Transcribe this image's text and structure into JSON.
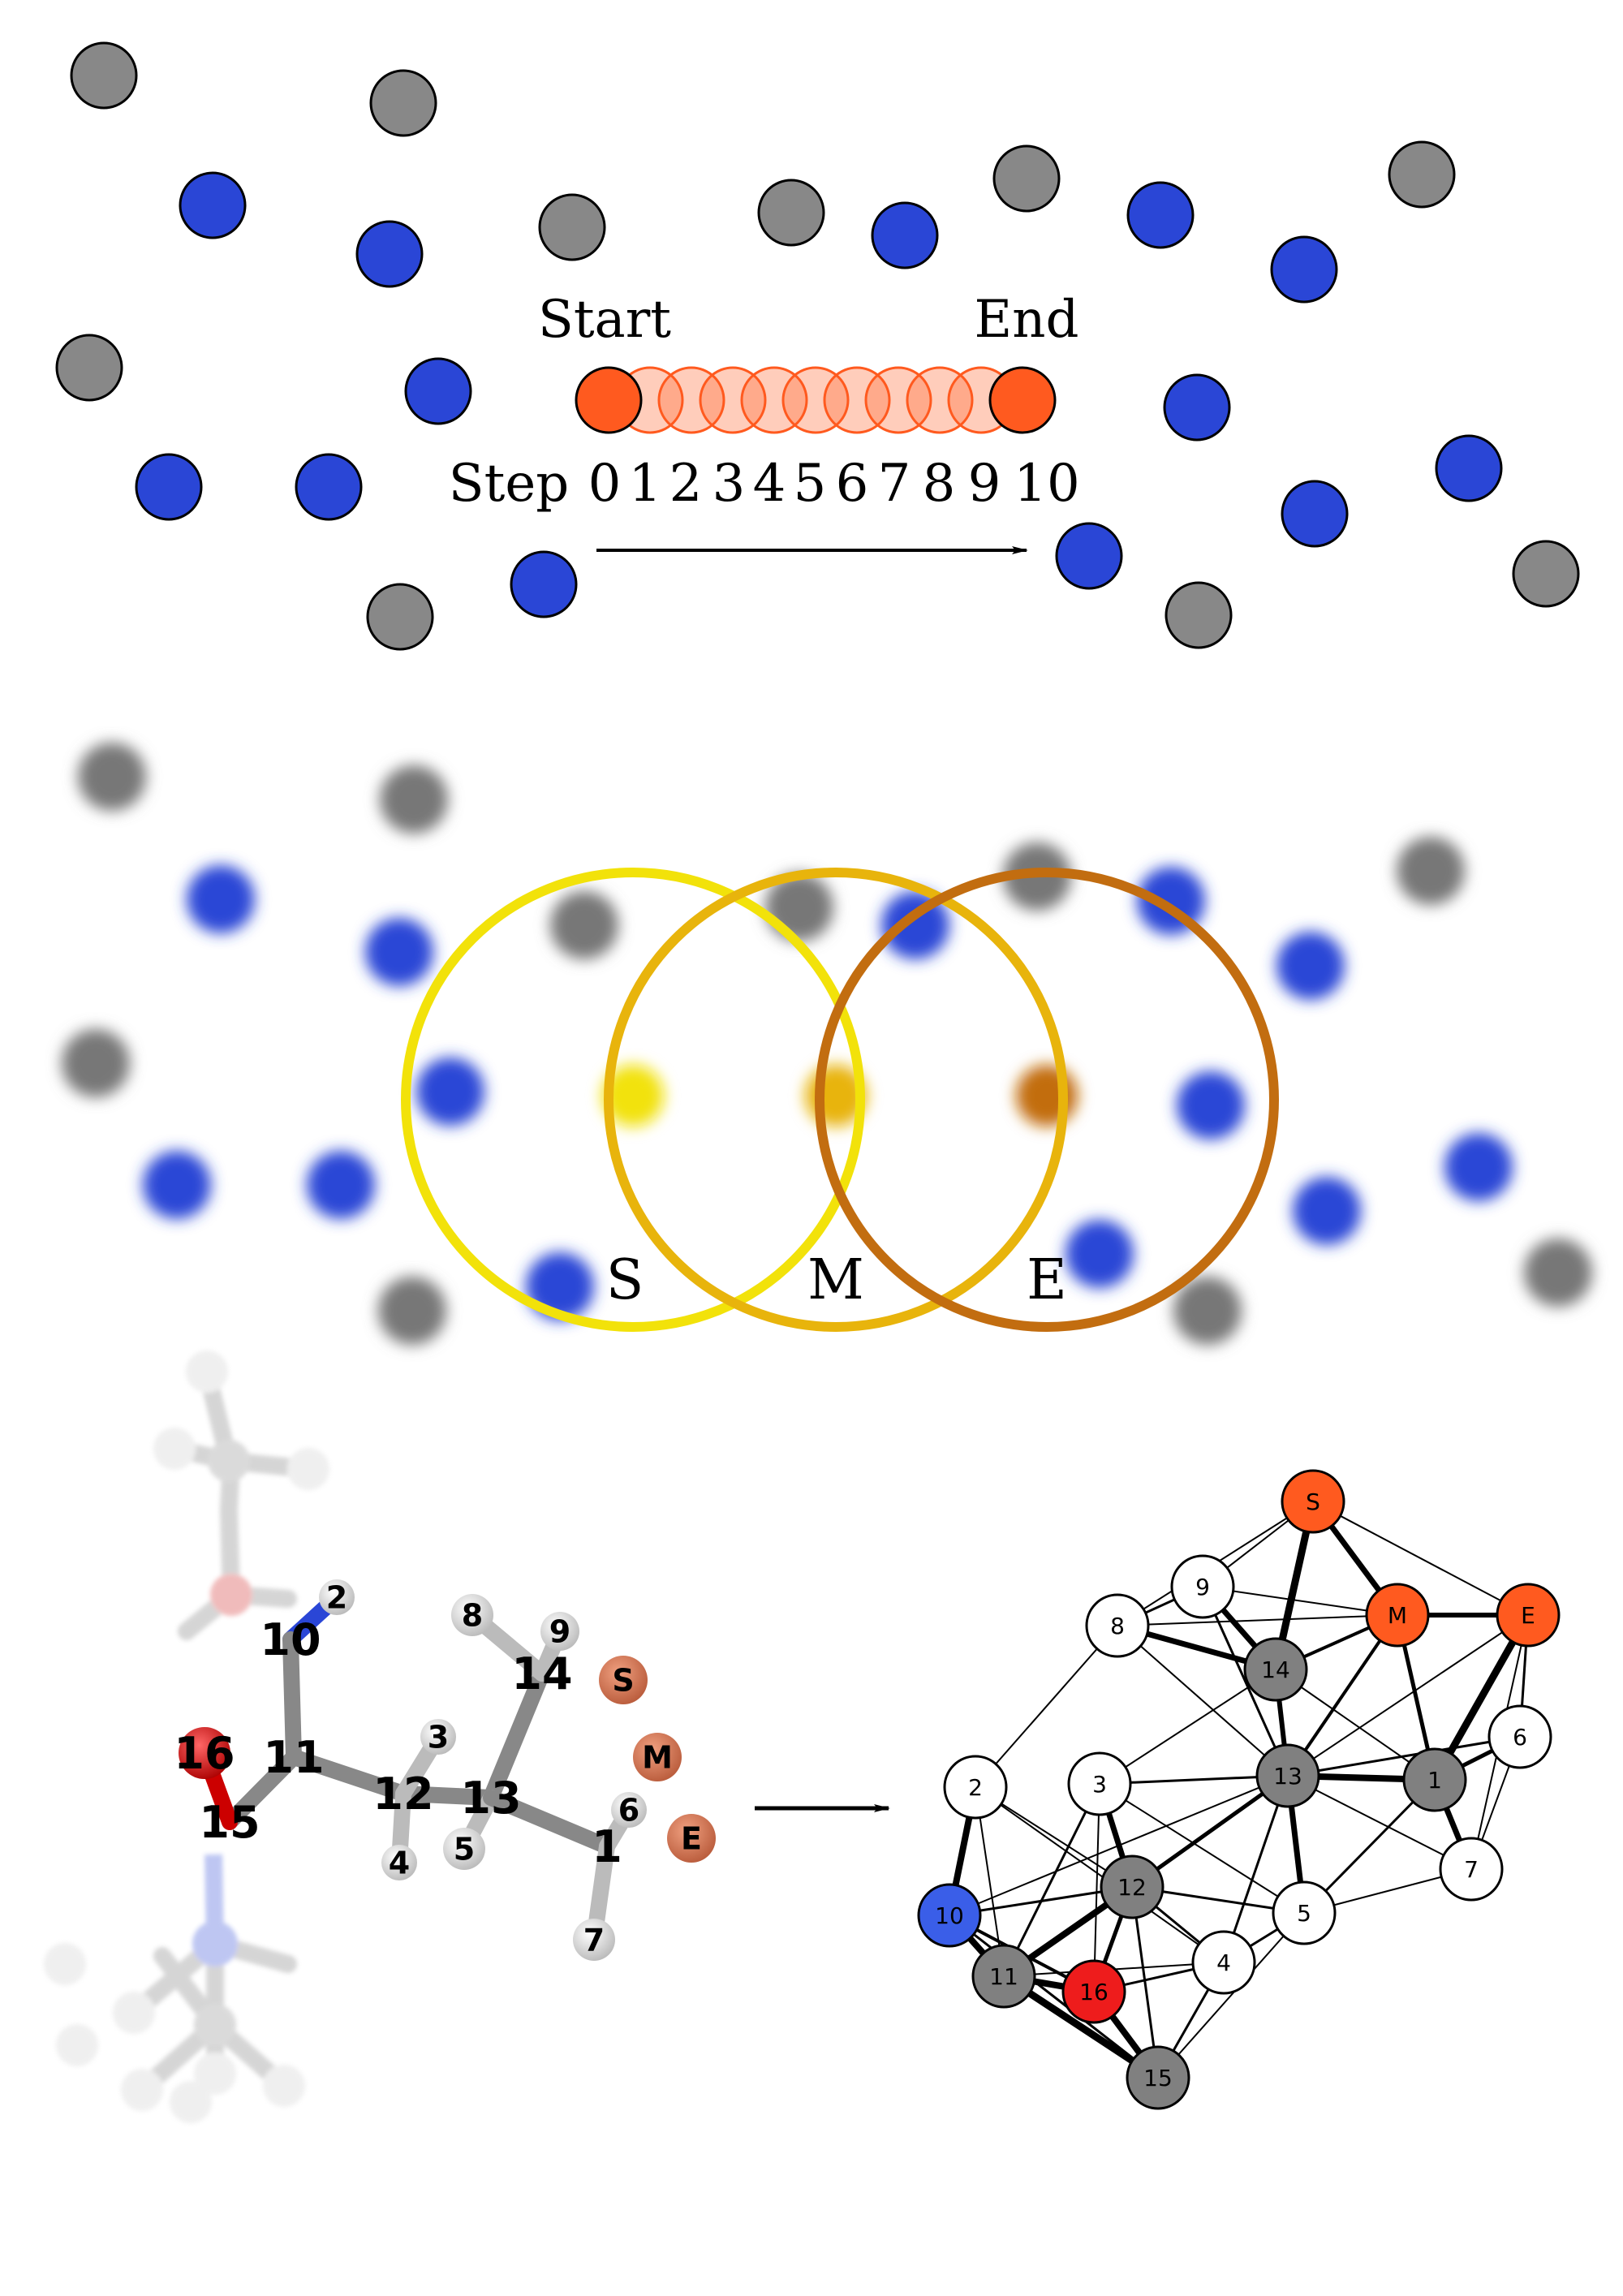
{
  "colors": {
    "grey_atom": "#888888",
    "blue_atom": "#2a46d6",
    "probe": "#ff5a1f",
    "start_ring": "#f2e20a",
    "mid_ring": "#e8b40c",
    "end_ring": "#c26d10",
    "red_atom": "#ee1c1c",
    "node_white": "#ffffff",
    "node_grey": "#808080",
    "node_blue": "#3a5ee8"
  },
  "panel_top": {
    "start_label": "Start",
    "end_label": "End",
    "step_label": "Step",
    "steps": [
      "0",
      "1",
      "2",
      "3",
      "4",
      "5",
      "6",
      "7",
      "8",
      "9",
      "10"
    ]
  },
  "panel_middle": {
    "rings": [
      {
        "label": "S",
        "color_key": "start_ring"
      },
      {
        "label": "M",
        "color_key": "mid_ring"
      },
      {
        "label": "E",
        "color_key": "end_ring"
      }
    ]
  },
  "panel_bottom": {
    "molecule_labels": [
      "2",
      "10",
      "8",
      "9",
      "14",
      "S",
      "M",
      "16",
      "11",
      "3",
      "12",
      "13",
      "15",
      "6",
      "E",
      "4",
      "5",
      "1",
      "7"
    ],
    "graph": {
      "nodes": [
        {
          "id": "S",
          "type": "probe"
        },
        {
          "id": "M",
          "type": "probe"
        },
        {
          "id": "E",
          "type": "probe"
        },
        {
          "id": "9",
          "type": "white"
        },
        {
          "id": "8",
          "type": "white"
        },
        {
          "id": "14",
          "type": "grey"
        },
        {
          "id": "6",
          "type": "white"
        },
        {
          "id": "13",
          "type": "grey"
        },
        {
          "id": "1",
          "type": "grey"
        },
        {
          "id": "2",
          "type": "white"
        },
        {
          "id": "3",
          "type": "white"
        },
        {
          "id": "7",
          "type": "white"
        },
        {
          "id": "12",
          "type": "grey"
        },
        {
          "id": "5",
          "type": "white"
        },
        {
          "id": "10",
          "type": "blue"
        },
        {
          "id": "4",
          "type": "white"
        },
        {
          "id": "11",
          "type": "grey"
        },
        {
          "id": "16",
          "type": "red"
        },
        {
          "id": "15",
          "type": "grey"
        }
      ]
    }
  }
}
